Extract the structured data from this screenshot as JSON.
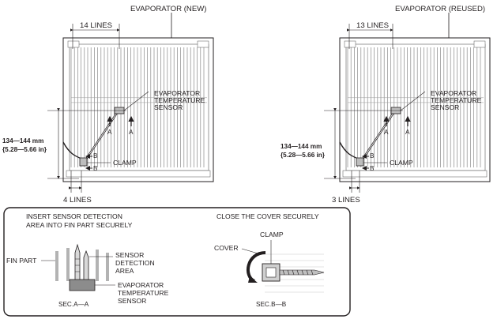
{
  "panels": [
    {
      "id": "new",
      "title": "EVAPORATOR (NEW)",
      "top_lines": "14 LINES",
      "bottom_lines": "4 LINES",
      "sensor_label": [
        "EVAPORATOR",
        "TEMPERATURE",
        "SENSOR"
      ],
      "clamp_label": "CLAMP",
      "dim_mm": "134—144 mm",
      "dim_in": "{5.28—5.66 in}",
      "marker_a": "A",
      "marker_b": "B"
    },
    {
      "id": "reused",
      "title": "EVAPORATOR (REUSED)",
      "top_lines": "13 LINES",
      "bottom_lines": "3 LINES",
      "sensor_label": [
        "EVAPORATOR",
        "TEMPERATURE",
        "SENSOR"
      ],
      "clamp_label": "CLAMP",
      "dim_mm": "134—144 mm",
      "dim_in": "{5.28—5.66 in}",
      "marker_a": "A",
      "marker_b": "B"
    }
  ],
  "detail_box": {
    "left": {
      "instruction": [
        "INSERT SENSOR DETECTION",
        "AREA INTO FIN PART SECURELY"
      ],
      "fin_part": "FIN PART",
      "detection_area": [
        "SENSOR",
        "DETECTION",
        "AREA"
      ],
      "sensor": [
        "EVAPORATOR",
        "TEMPERATURE",
        "SENSOR"
      ],
      "section": "SEC.A—A"
    },
    "right": {
      "instruction": "CLOSE THE COVER SECURELY",
      "cover": "COVER",
      "clamp": "CLAMP",
      "section": "SEC.B—B"
    }
  }
}
